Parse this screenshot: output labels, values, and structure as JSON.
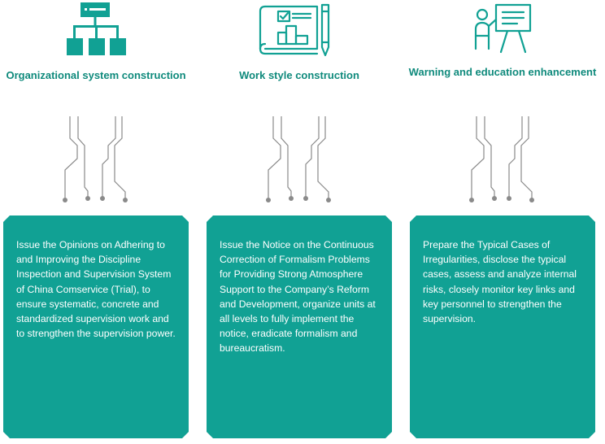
{
  "colors": {
    "accent": "#11a194",
    "title": "#0f8a7c",
    "wire": "#8a8a8a"
  },
  "columns": [
    {
      "icon": "org-chart-icon",
      "title": "Organizational system construction",
      "body": "Issue the Opinions on Adhering to and Improving the Discipline Inspection and Supervision System of China Comservice (Trial), to ensure systematic, concrete and standardized supervision work and to strengthen the supervision power."
    },
    {
      "icon": "blueprint-pencil-icon",
      "title": "Work style construction",
      "body": "Issue the Notice on the Continuous Correction of Formalism Problems for Providing Strong Atmosphere Support to the Company’s Reform and Development, organize units at all levels to fully implement the notice, eradicate formalism and bureaucratism."
    },
    {
      "icon": "presenter-board-icon",
      "title": "Warning and education enhancement",
      "body": "Prepare the Typical Cases of Irregularities, disclose the typical cases, assess and analyze internal risks, closely monitor key links and key personnel to strengthen the supervision."
    }
  ]
}
